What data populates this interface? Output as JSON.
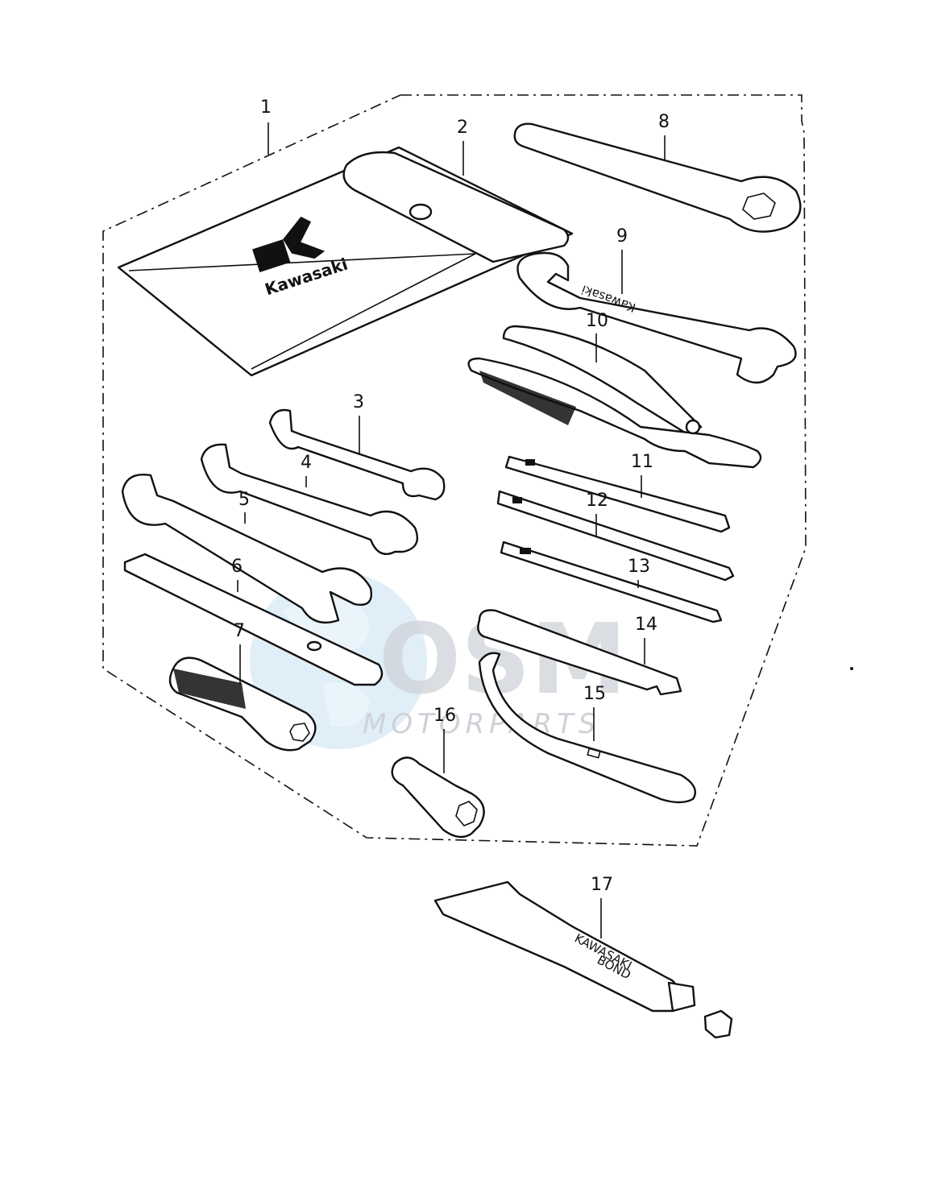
{
  "watermark": {
    "brand": "OSM",
    "tagline": "MOTORPARTS",
    "color_globe": "#cfe6f5",
    "color_text": "#c9ced3"
  },
  "parts": [
    {
      "number": "1",
      "item": "tool-kit-group-outline"
    },
    {
      "number": "2",
      "item": "tool-bag"
    },
    {
      "number": "3",
      "item": "open-end-wrench-small"
    },
    {
      "number": "4",
      "item": "open-end-wrench-medium"
    },
    {
      "number": "5",
      "item": "open-end-wrench-large"
    },
    {
      "number": "6",
      "item": "tommy-bar"
    },
    {
      "number": "7",
      "item": "box-wrench-handle"
    },
    {
      "number": "8",
      "item": "ring-wrench"
    },
    {
      "number": "9",
      "item": "open-end-wrench-branded"
    },
    {
      "number": "10",
      "item": "pliers"
    },
    {
      "number": "11",
      "item": "screwdriver-phillips"
    },
    {
      "number": "12",
      "item": "screwdriver-flat"
    },
    {
      "number": "13",
      "item": "screwdriver-phillips-long"
    },
    {
      "number": "14",
      "item": "flat-wrench"
    },
    {
      "number": "15",
      "item": "hook-spanner"
    },
    {
      "number": "16",
      "item": "spark-plug-wrench"
    },
    {
      "number": "17",
      "item": "bond-tube"
    }
  ],
  "labels": {
    "bag_logo": "Kawasaki",
    "wrench_logo": "Kawasaki",
    "tube_line1": "KAWASAKI",
    "tube_line2": "BOND"
  }
}
